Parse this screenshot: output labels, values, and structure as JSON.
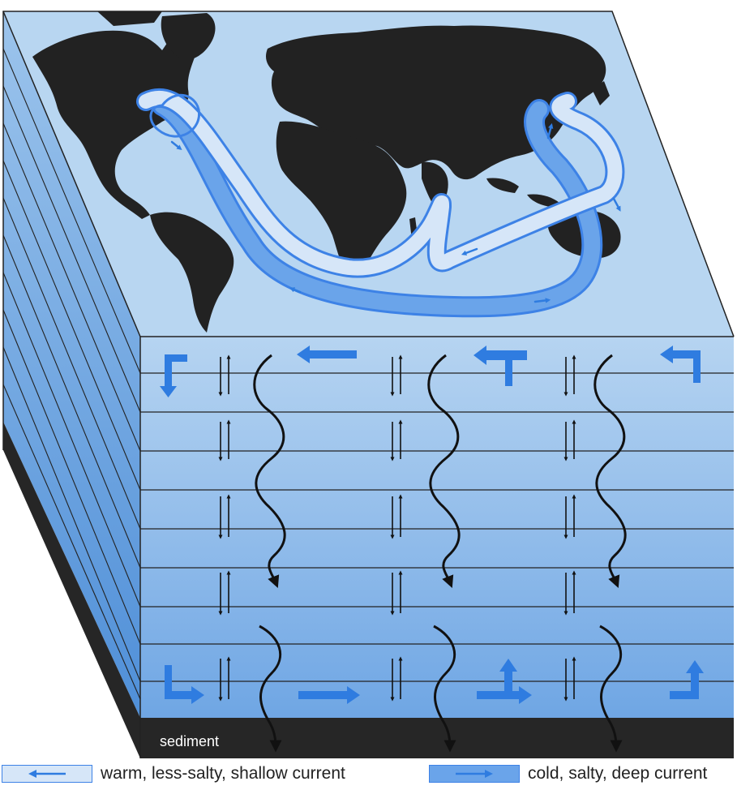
{
  "labels": {
    "sediment": "sediment"
  },
  "legend": {
    "warm_current": "warm, less-salty, shallow current",
    "cold_current": "cold, salty, deep current"
  },
  "colors": {
    "ocean_top": "#b8d6f1",
    "ocean_front": "#8fbde9",
    "land": "#222222",
    "current_blue": "#2f7ce0",
    "mixing_arrow": "#111111"
  },
  "icons": {
    "warm_legend": "left-arrow-icon",
    "cold_legend": "right-arrow-icon"
  }
}
